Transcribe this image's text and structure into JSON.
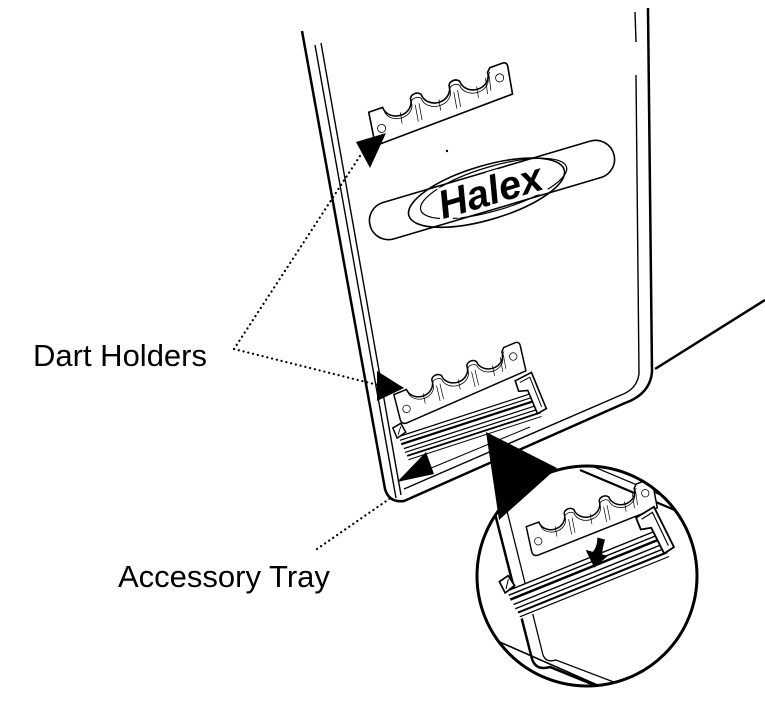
{
  "diagram": {
    "type": "line-art assembly illustration of dartboard cabinet door",
    "labels": {
      "dart_holders": "Dart Holders",
      "accessory_tray": "Accessory Tray"
    },
    "logo_text": "Halex",
    "colors": {
      "ink": "#000000",
      "paper": "#ffffff"
    }
  }
}
